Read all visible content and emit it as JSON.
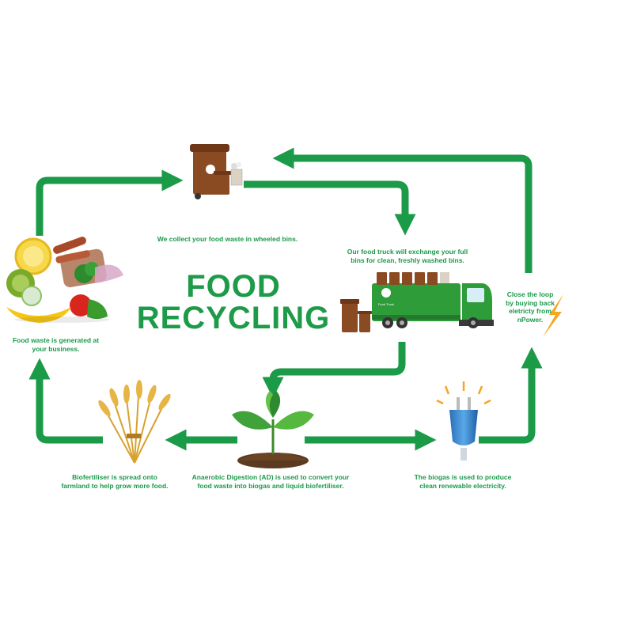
{
  "title": {
    "line1": "FOOD",
    "line2": "RECYCLING"
  },
  "truck_logo": "Food Truck",
  "steps": [
    {
      "id": "collect",
      "text": "We collect your food waste in wheeled bins.",
      "icon": "wheelie-bin-icon"
    },
    {
      "id": "exchange",
      "text": "Our food truck will exchange your full\nbins for clean, freshly washed bins.",
      "icon": "food-truck-icon"
    },
    {
      "id": "close-loop",
      "text": "Close the loop\nby buying back\neletricty from\nnPower.",
      "icon": "lightning-bolt-icon"
    },
    {
      "id": "biogas",
      "text": "The biogas is used to produce\nclean renewable electricity.",
      "icon": "electric-plug-icon"
    },
    {
      "id": "digestion",
      "text": "Anaerobic Digestion (AD) is used to convert your\nfood waste into biogas and liquid biofertiliser.",
      "icon": "seedling-icon"
    },
    {
      "id": "biofertiliser",
      "text": "Biofertiliser is spread onto\nfarmland to help grow more food.",
      "icon": "wheat-sheaf-icon"
    },
    {
      "id": "generated",
      "text": "Food waste is generated at\nyour business.",
      "icon": "food-pile-icon"
    }
  ],
  "colors": {
    "arrow": "#1b9a47",
    "text": "#1a9a4a",
    "bin": "#8a4a22",
    "truck": "#2f9c3a"
  }
}
